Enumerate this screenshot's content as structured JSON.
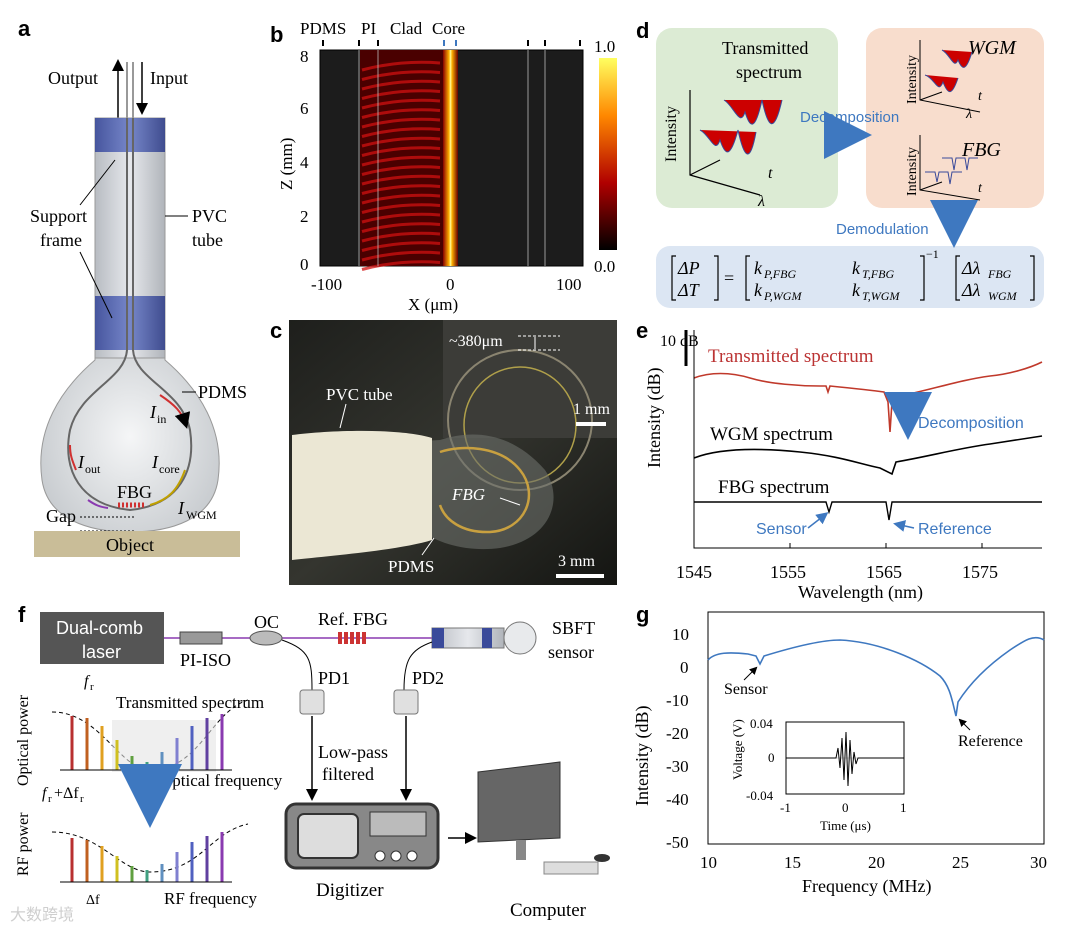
{
  "panels": {
    "a": "a",
    "b": "b",
    "c": "c",
    "d": "d",
    "e": "e",
    "f": "f",
    "g": "g"
  },
  "a": {
    "output": "Output",
    "input": "Input",
    "support": "Support",
    "frame": "frame",
    "pvc": "PVC",
    "tube": "tube",
    "pdms": "PDMS",
    "iin": "I",
    "iin_sub": "in",
    "iout": "I",
    "iout_sub": "out",
    "icore": "I",
    "icore_sub": "core",
    "fbg": "FBG",
    "iwgm": "I",
    "iwgm_sub": "WGM",
    "gap": "Gap",
    "object": "Object"
  },
  "b": {
    "top_labels": [
      "PDMS",
      "PI",
      "Clad",
      "Core"
    ],
    "ylabel": "Z (mm)",
    "xlabel": "X (μm)",
    "yticks": [
      "0",
      "2",
      "4",
      "6",
      "8"
    ],
    "xticks": [
      "-100",
      "0",
      "100"
    ],
    "cbar_max": "1.0",
    "cbar_min": "0.0"
  },
  "c": {
    "scale_top": "~380μm",
    "scale_1mm": "1 mm",
    "pvc_tube": "PVC tube",
    "fbg": "FBG",
    "pdms": "PDMS",
    "scale_3mm": "3 mm"
  },
  "d": {
    "transmitted1": "Transmitted",
    "transmitted2": "spectrum",
    "intensity": "Intensity",
    "lambda": "λ",
    "t": "t",
    "decomposition": "Decomposition",
    "wgm": "WGM",
    "fbg": "FBG",
    "demodulation": "Demodulation",
    "matrix_lhs": [
      "ΔP",
      "ΔT"
    ],
    "matrix_k": [
      "k",
      "P,FBG",
      "k",
      "T,FBG",
      "k",
      "P,WGM",
      "k",
      "T,WGM"
    ],
    "matrix_rhs": [
      "Δλ",
      "FBG",
      "Δλ",
      "WGM"
    ],
    "inverse": "−1"
  },
  "e": {
    "scale": "10 dB",
    "transmitted": "Transmitted spectrum",
    "decomposition": "Decomposition",
    "wgm": "WGM spectrum",
    "fbg": "FBG spectrum",
    "sensor": "Sensor",
    "reference": "Reference",
    "ylabel": "Intensity (dB)",
    "xlabel": "Wavelength (nm)",
    "xticks": [
      "1545",
      "1555",
      "1565",
      "1575"
    ]
  },
  "f": {
    "laser1": "Dual-comb",
    "laser2": "laser",
    "piiso": "PI-ISO",
    "oc": "OC",
    "reffbg": "Ref. FBG",
    "sbft1": "SBFT",
    "sbft2": "sensor",
    "pd1": "PD1",
    "pd2": "PD2",
    "lowpass1": "Low-pass",
    "lowpass2": "filtered",
    "digitizer": "Digitizer",
    "computer": "Computer",
    "fr": "f",
    "fr_sub": "r",
    "frdf": "f",
    "frdf_sub": "r",
    "frdf_plus": "+Δf",
    "frdf_sub2": "r",
    "transmitted": "Transmitted spectrum",
    "optical_power": "Optical power",
    "optical_freq": "Optical frequency",
    "rf_power": "RF power",
    "rf_freq": "RF frequency",
    "df": "Δf"
  },
  "g": {
    "ylabel": "Intensity (dB)",
    "xlabel": "Frequency (MHz)",
    "yticks": [
      "10",
      "0",
      "-10",
      "-20",
      "-30",
      "-40",
      "-50"
    ],
    "xticks": [
      "10",
      "15",
      "20",
      "25",
      "30"
    ],
    "sensor": "Sensor",
    "reference": "Reference",
    "inset_ylabel": "Voltage (V)",
    "inset_xlabel": "Time (μs)",
    "inset_yticks": [
      "0.04",
      "0",
      "-0.04"
    ],
    "inset_xticks": [
      "-1",
      "0",
      "1"
    ]
  },
  "watermark": "大数跨境",
  "colors": {
    "red": "#c0392b",
    "blue": "#3e78c0",
    "navy": "#3a4a9a",
    "green_bg": "#dcebd4",
    "peach_bg": "#f8ddcd",
    "blue_bg": "#dce6f3",
    "object": "#c9bd98"
  }
}
